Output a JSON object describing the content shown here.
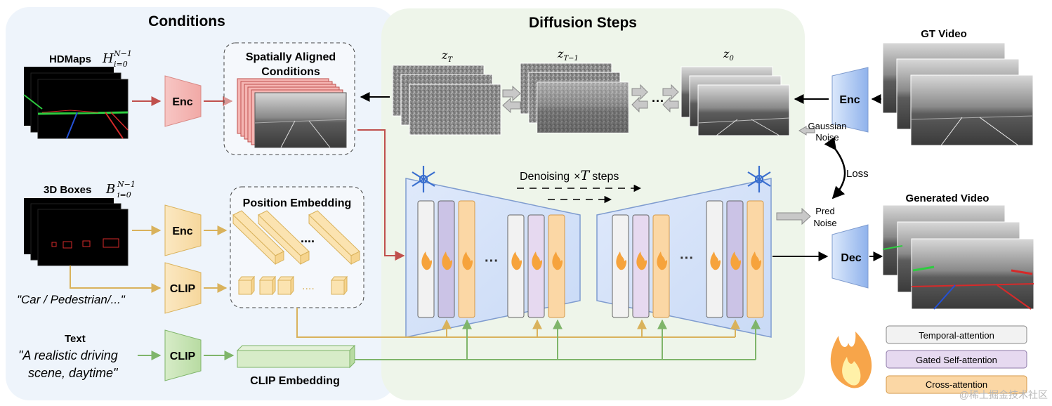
{
  "sections": {
    "conditions": "Conditions",
    "diffusion": "Diffusion Steps"
  },
  "inputs": {
    "hdmaps_label": "HDMaps",
    "hdmaps_math_base": "H",
    "hdmaps_math_sub": "i=0",
    "hdmaps_math_sup": "N−1",
    "boxes_label": "3D Boxes",
    "boxes_math_base": "B",
    "boxes_math_sub": "i=0",
    "boxes_math_sup": "N−1",
    "category_text": "\"Car / Pedestrian/...\"",
    "text_label": "Text",
    "text_line1": "\"A realistic driving",
    "text_line2": "scene, daytime\""
  },
  "modules": {
    "enc": "Enc",
    "clip": "CLIP",
    "dec": "Dec",
    "spatial_line1": "Spatially Aligned",
    "spatial_line2": "Conditions",
    "position_embedding": "Position Embedding",
    "ellipsis": "....",
    "clip_embedding": "CLIP Embedding"
  },
  "latents": {
    "zT_base": "z",
    "zT_sub": "T",
    "zT1_base": "z",
    "zT1_sub": "T−1",
    "z0_base": "z",
    "z0_sub": "0"
  },
  "denoise": {
    "prefix": "Denoising",
    "times": "×",
    "T": "T",
    "suffix": "steps"
  },
  "right": {
    "gt_video": "GT Video",
    "gaussian_line1": "Gaussian",
    "gaussian_line2": "Noise",
    "loss": "Loss",
    "pred_line1": "Pred",
    "pred_line2": "Noise",
    "generated_video": "Generated Video"
  },
  "legend": [
    {
      "label": "Temporal-attention",
      "color": "#f2f2f2"
    },
    {
      "label": "Gated Self-attention",
      "color": "#e6d9f0"
    },
    {
      "label": "Cross-attention",
      "color": "#fbd7a5"
    }
  ],
  "watermark": "@稀土掘金技术社区",
  "colors": {
    "map_arrow": "#c0504d",
    "box_arrow": "#d9b25c",
    "text_arrow": "#7fb56a",
    "conditions_bg": "#eef4fb",
    "diffusion_bg": "#eef5ea"
  }
}
